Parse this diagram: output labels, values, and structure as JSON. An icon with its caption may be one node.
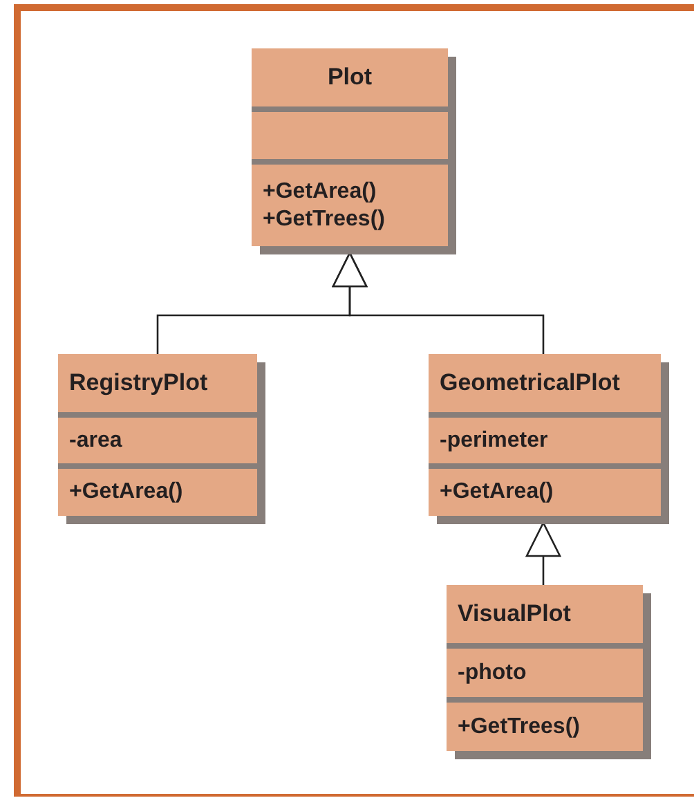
{
  "diagram": {
    "nodes": [
      {
        "text": [
          "Plot",
          "+GetArea()",
          "+GetTrees()"
        ]
      },
      {
        "text": [
          "RegistryPlot",
          "-area",
          "+GetArea()"
        ]
      },
      {
        "text": [
          "GeometricalPlot",
          "-perimeter",
          "+GetArea()"
        ]
      },
      {
        "text": [
          "VisualPlot",
          "-photo",
          "+GetTrees()"
        ]
      }
    ],
    "edges": [
      {
        "from": 1,
        "to": 0,
        "arrow": "to"
      },
      {
        "from": 2,
        "to": 0,
        "arrow": "to"
      },
      {
        "from": 3,
        "to": 2,
        "arrow": "to"
      }
    ]
  }
}
